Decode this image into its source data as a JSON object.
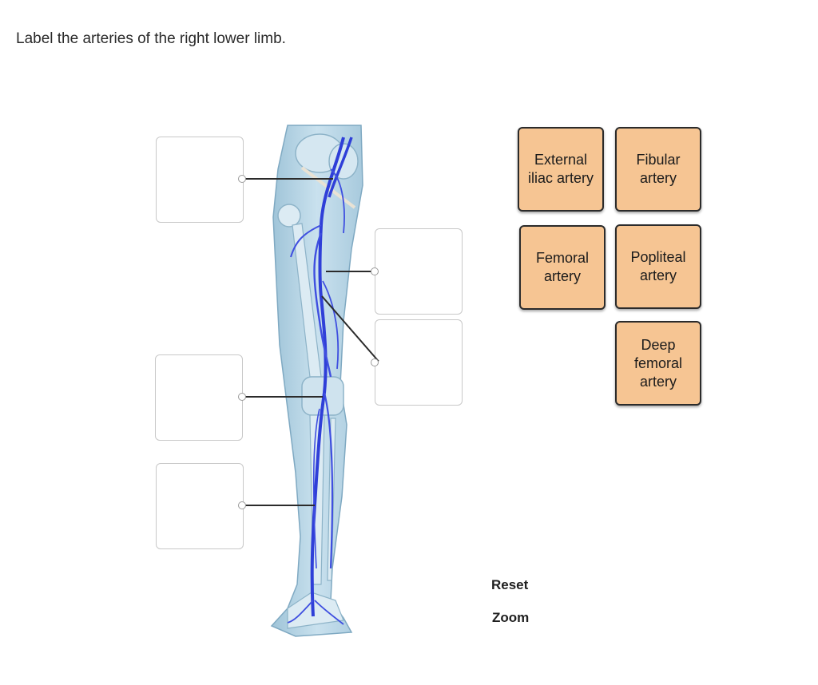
{
  "prompt": "Label the arteries of the right lower limb.",
  "labels": [
    {
      "name": "label-external-iliac-artery",
      "text": "External\niliac artery"
    },
    {
      "name": "label-fibular-artery",
      "text": "Fibular\nartery"
    },
    {
      "name": "label-femoral-artery",
      "text": "Femoral\nartery"
    },
    {
      "name": "label-popliteal-artery",
      "text": "Popliteal\nartery"
    },
    {
      "name": "label-deep-femoral-artery",
      "text": "Deep\nfemoral\nartery"
    }
  ],
  "controls": {
    "reset": "Reset",
    "zoom": "Zoom"
  },
  "colors": {
    "chip_fill": "#f6c593",
    "artery": "#2f3fd8",
    "leg_fill": "#b8d5e6"
  }
}
